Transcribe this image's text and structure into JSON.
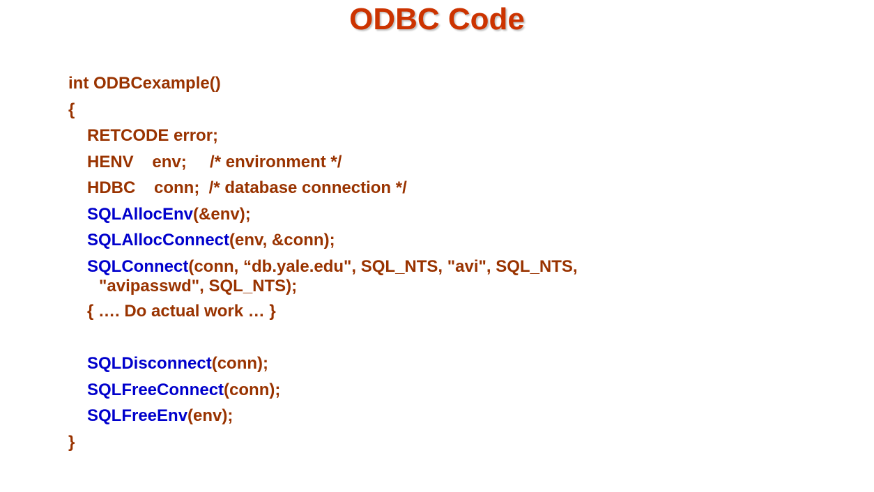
{
  "title": "ODBC Code",
  "colors": {
    "title": "#cc3300",
    "code_text": "#993300",
    "function_name": "#0000cc",
    "background": "#ffffff"
  },
  "code": {
    "signature": "int ODBCexample()",
    "open_brace": "{",
    "decl_retcode": "RETCODE error;",
    "decl_henv": "HENV    env;     /* environment */",
    "decl_hdbc": "HDBC    conn;  /* database connection */",
    "alloc_env_fn": "SQLAllocEnv",
    "alloc_env_args": "(&env);",
    "alloc_connect_fn": "SQLAllocConnect",
    "alloc_connect_args": "(env, &conn);",
    "connect_fn": "SQLConnect",
    "connect_args_1": "(conn, “db.yale.edu\", SQL_NTS, \"avi\", SQL_NTS,",
    "connect_args_2": "\"avipasswd\", SQL_NTS);",
    "work_block": "{ …. Do actual work … }",
    "disconnect_fn": "SQLDisconnect",
    "disconnect_args": "(conn);",
    "free_connect_fn": "SQLFreeConnect",
    "free_connect_args": "(conn);",
    "free_env_fn": "SQLFreeEnv",
    "free_env_args": "(env);",
    "close_brace": "}"
  }
}
